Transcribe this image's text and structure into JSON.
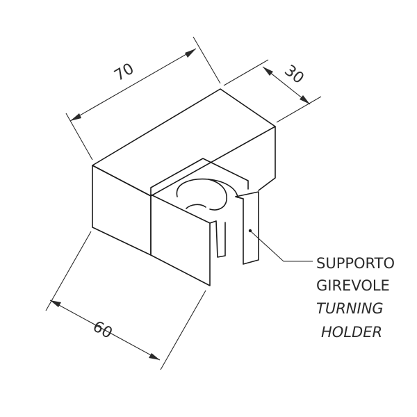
{
  "dimensions": {
    "width": "70",
    "depth": "30",
    "height": "60"
  },
  "label": {
    "line1": "SUPPORTO",
    "line2": "GIREVOLE",
    "line3": "TURNING",
    "line4": "HOLDER"
  }
}
